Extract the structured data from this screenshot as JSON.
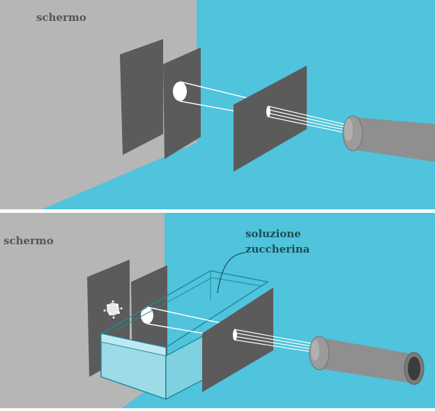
{
  "top_panel": {
    "screen_label": "schermo"
  },
  "bottom_panel": {
    "screen_label": "schermo",
    "solution_label_line1": "soluzione",
    "solution_label_line2": "zuccherina"
  },
  "colors": {
    "wall": "#b6b6b6",
    "floor": "#4fc4dc",
    "panel": "#5b5b5b",
    "beam": "#ffffff",
    "flashlight": "#8f8f8f",
    "solution_box": "#9edbe8",
    "separator": "#ffffff"
  }
}
